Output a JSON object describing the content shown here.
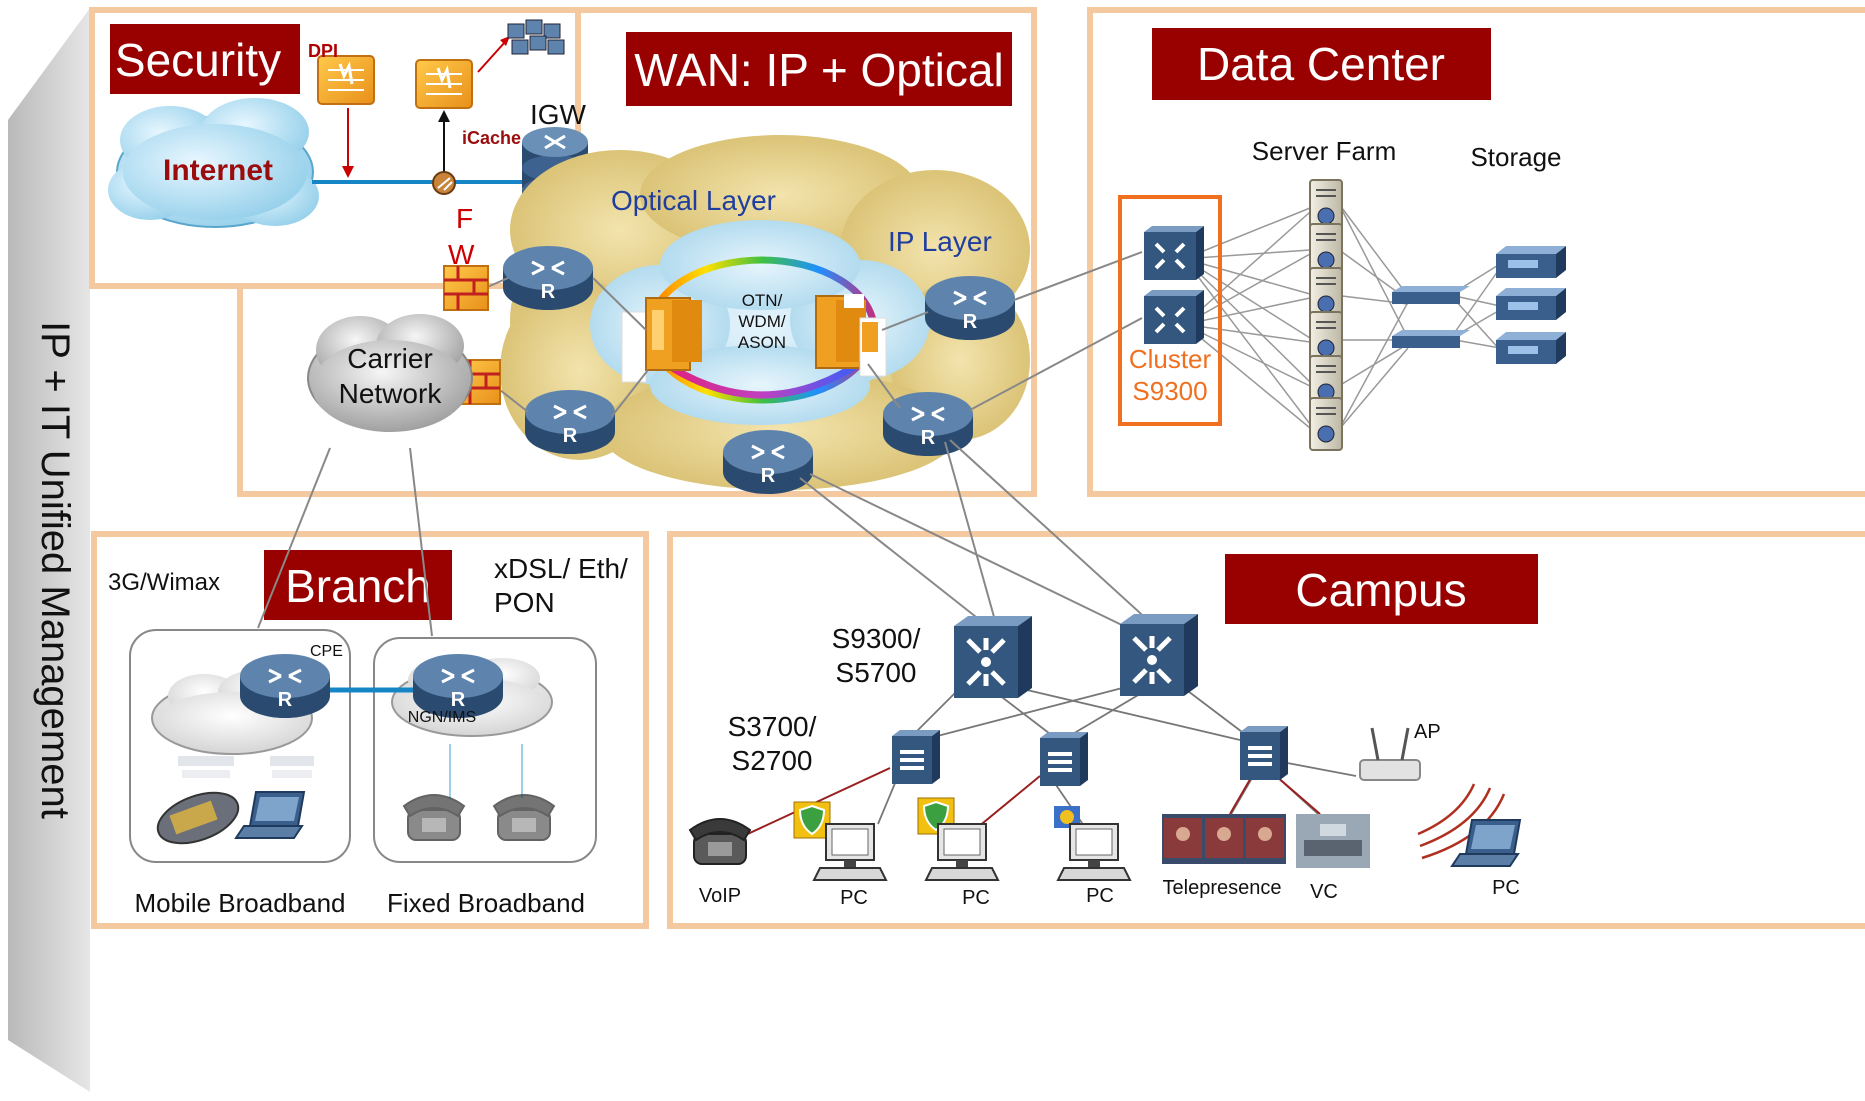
{
  "side_label": "IP + IT Unified Management",
  "sections": {
    "security": "Security",
    "wan": "WAN: IP + Optical",
    "data_center": "Data Center",
    "branch": "Branch",
    "campus": "Campus"
  },
  "security": {
    "dpi": "DPI",
    "icache": "iCache",
    "internet": "Internet",
    "igw": "IGW",
    "fw_line1": "F",
    "fw_line2": "W"
  },
  "wan": {
    "optical_layer": "Optical Layer",
    "ip_layer": "IP Layer",
    "ring_line1": "OTN/",
    "ring_line2": "WDM/",
    "ring_line3": "ASON",
    "carrier_line1": "Carrier",
    "carrier_line2": "Network"
  },
  "data_center": {
    "server_farm": "Server Farm",
    "storage": "Storage",
    "cluster_line1": "Cluster",
    "cluster_line2": "S9300"
  },
  "branch": {
    "access_3g": "3G/Wimax",
    "access_fixed_line1": "xDSL/ Eth/",
    "access_fixed_line2": "PON",
    "cpe": "CPE",
    "ngn": "NGN/IMS",
    "mobile_broadband": "Mobile Broadband",
    "fixed_broadband": "Fixed Broadband"
  },
  "campus": {
    "core_line1": "S9300/",
    "core_line2": "S5700",
    "access_line1": "S3700/",
    "access_line2": "S2700",
    "ap": "AP",
    "voip": "VoIP",
    "pc1": "PC",
    "pc2": "PC",
    "pc3": "PC",
    "telepresence": "Telepresence",
    "vc": "VC",
    "pc4": "PC"
  },
  "colors": {
    "title_bg": "#990000",
    "panel_border": "#f5c9a0",
    "cluster_border": "#f07020",
    "cluster_text": "#f07020",
    "router_blue": "#2d4f77",
    "firewall_orange": "#f0a020",
    "internet_cloud": "#9fd8f2",
    "ip_cloud": "#e4cf86",
    "optical_cloud": "#bfe2f2",
    "link_blue": "#1585c5",
    "red_arrow": "#cc0000",
    "sublabel_red": "#9b0d0d",
    "layer_label_blue": "#1f3e9e"
  },
  "icons": [
    "router-icon",
    "firewall-icon",
    "switch-icon",
    "server-icon",
    "storage-icon",
    "phone-icon",
    "pc-icon",
    "laptop-icon",
    "access-point-icon",
    "cloud-icon"
  ]
}
